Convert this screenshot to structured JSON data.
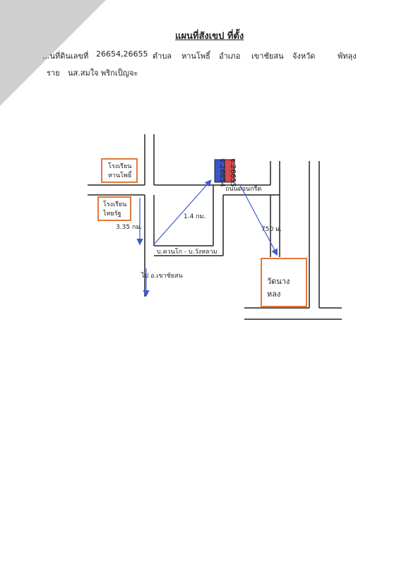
{
  "header": {
    "title": "แผนที่สังเขป  ที่ตั้ง",
    "line1": {
      "parcel_label": "...นที่ดินเลขที่",
      "parcel_numbers": "26654,26655",
      "subdistrict_label": "ตำบล",
      "subdistrict": "หานโพธิ์",
      "district_label": "อำเภอ",
      "district": "เขาชัยสน",
      "province_label": "จังหวัด",
      "province": "พัทลุง"
    },
    "line2": {
      "owner_label": "ราย",
      "owner": "นส.สมใจ  พริกเป็ญจะ"
    }
  },
  "map": {
    "parcels": [
      {
        "label": "จ.26654",
        "color": "#3a57c9"
      },
      {
        "label": "จ.26655",
        "color": "#d94a4a"
      }
    ],
    "road_names": {
      "main_road": "ถนนดอนกรีต",
      "village_road": "บ.ควนโก - บ.วังหลาม",
      "to_district": "ไป  อ.เขาชัยสน"
    },
    "distances": {
      "to_parcel": "1.4 กม.",
      "to_temple": "750 ม.",
      "vertical": "3.35 กม."
    },
    "landmarks": {
      "school_1": [
        "โรงเรียน",
        "หานโพธิ์"
      ],
      "school_2": [
        "โรงเรียน",
        "ไทยรัฐ"
      ],
      "temple": [
        "วัดนาง",
        "หลง"
      ]
    },
    "colors": {
      "road": "#222222",
      "arrow": "#3b5bd0",
      "landmark_border": "#e07a3c"
    }
  }
}
